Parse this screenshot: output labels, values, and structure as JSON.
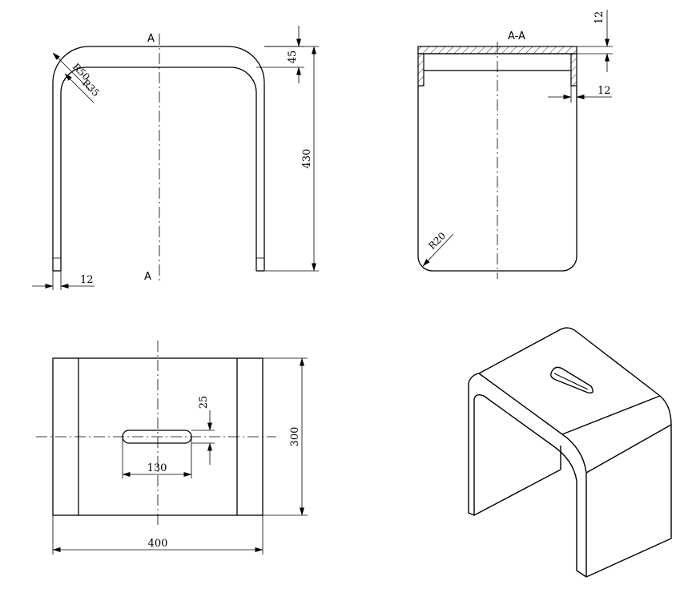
{
  "front_view": {
    "section_mark_top": "A",
    "section_mark_bottom": "A",
    "outer_radius": "R50",
    "inner_radius": "R35",
    "top_thickness": "45",
    "overall_height": "430",
    "leg_thickness": "12"
  },
  "section_view": {
    "title": "A-A",
    "top_thickness": "12",
    "wall_thickness": "12",
    "corner_radius": "R20"
  },
  "top_view": {
    "slot_width": "25",
    "slot_length": "130",
    "overall_depth": "300",
    "overall_width": "400"
  },
  "iso_view": {}
}
